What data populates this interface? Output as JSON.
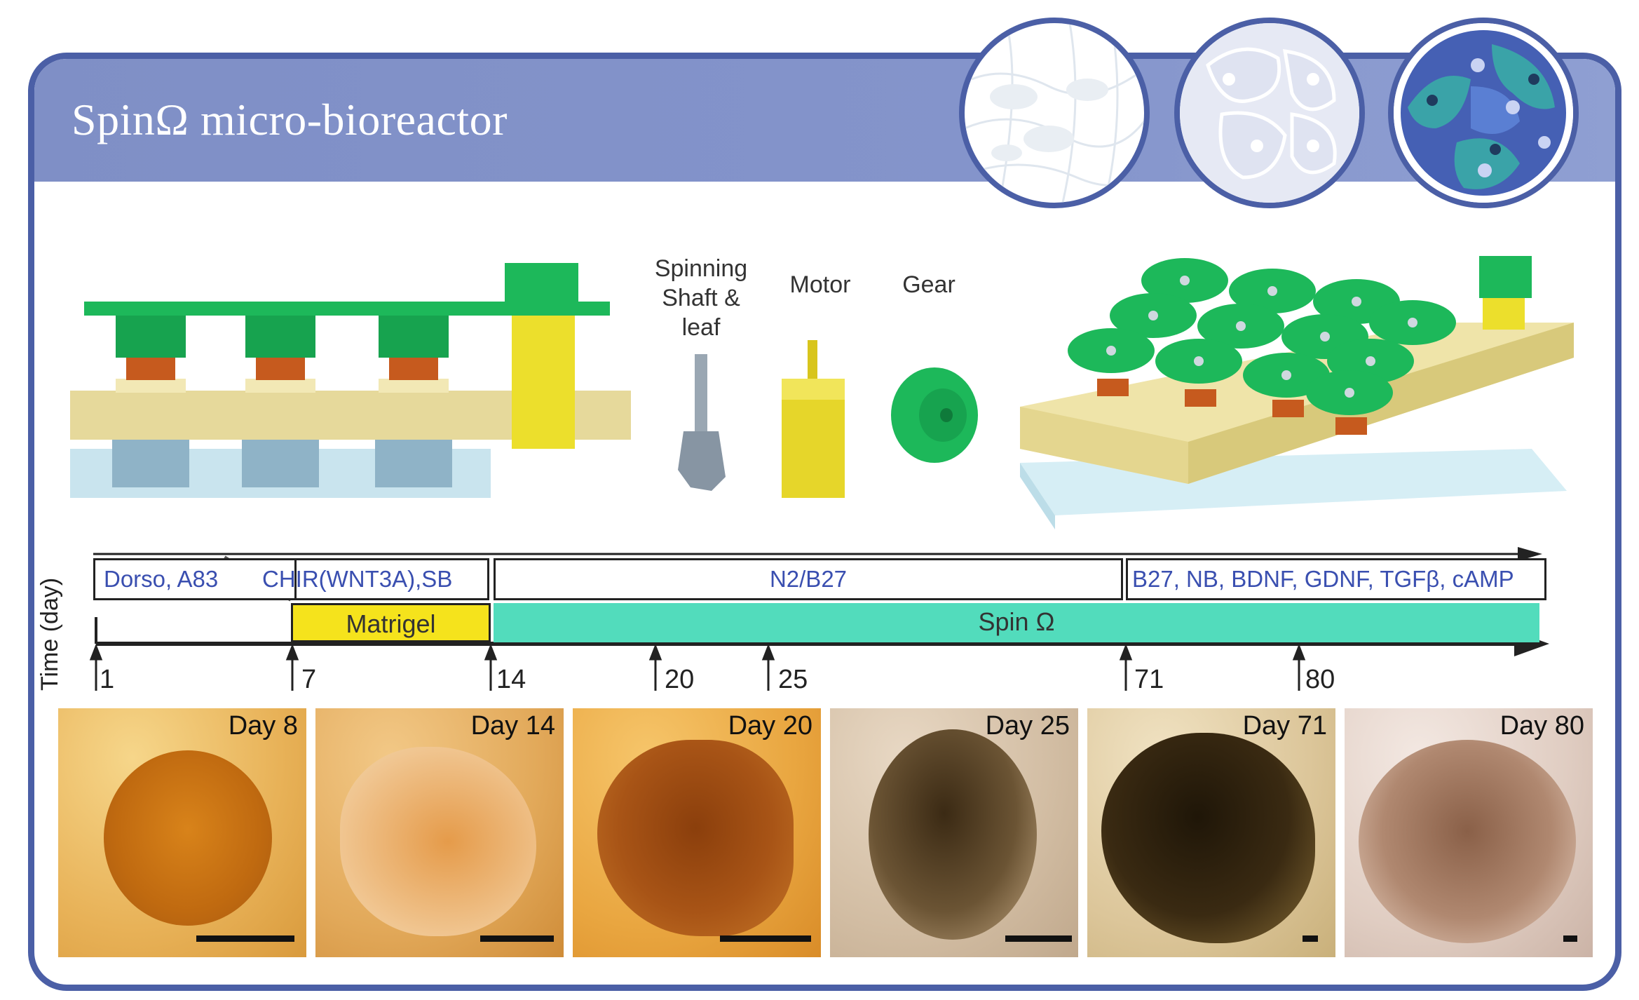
{
  "header": {
    "title": "SpinΩ micro-bioreactor"
  },
  "hardware_labels": {
    "shaft": "Spinning\nShaft &\nleaf",
    "shaft_lines": [
      "Spinning",
      "Shaft &",
      "leaf"
    ],
    "motor": "Motor",
    "gear": "Gear"
  },
  "timeline": {
    "axis_label": "Time (day)",
    "media": {
      "early": "Dorso, A83",
      "wnt": "CHIR(WNT3A),SB",
      "n2": "N2/B27",
      "late": "B27, NB, BDNF, GDNF, TGFβ, cAMP"
    },
    "matrigel": "Matrigel",
    "spin": "Spin Ω",
    "ticks": [
      "1",
      "7",
      "14",
      "20",
      "25",
      "71",
      "80"
    ]
  },
  "photos": [
    {
      "label": "Day 8"
    },
    {
      "label": "Day 14"
    },
    {
      "label": "Day 20"
    },
    {
      "label": "Day 25"
    },
    {
      "label": "Day 71"
    },
    {
      "label": "Day 80"
    }
  ],
  "colors": {
    "frame": "#4b5fa6",
    "header": "#8494cb",
    "matrigel": "#f5e31c",
    "spin": "#52dcbc",
    "media_text": "#3a4fb0",
    "gear_green": "#1db85a",
    "plate_tan": "#e8dc9e",
    "copper": "#c65a1e"
  }
}
